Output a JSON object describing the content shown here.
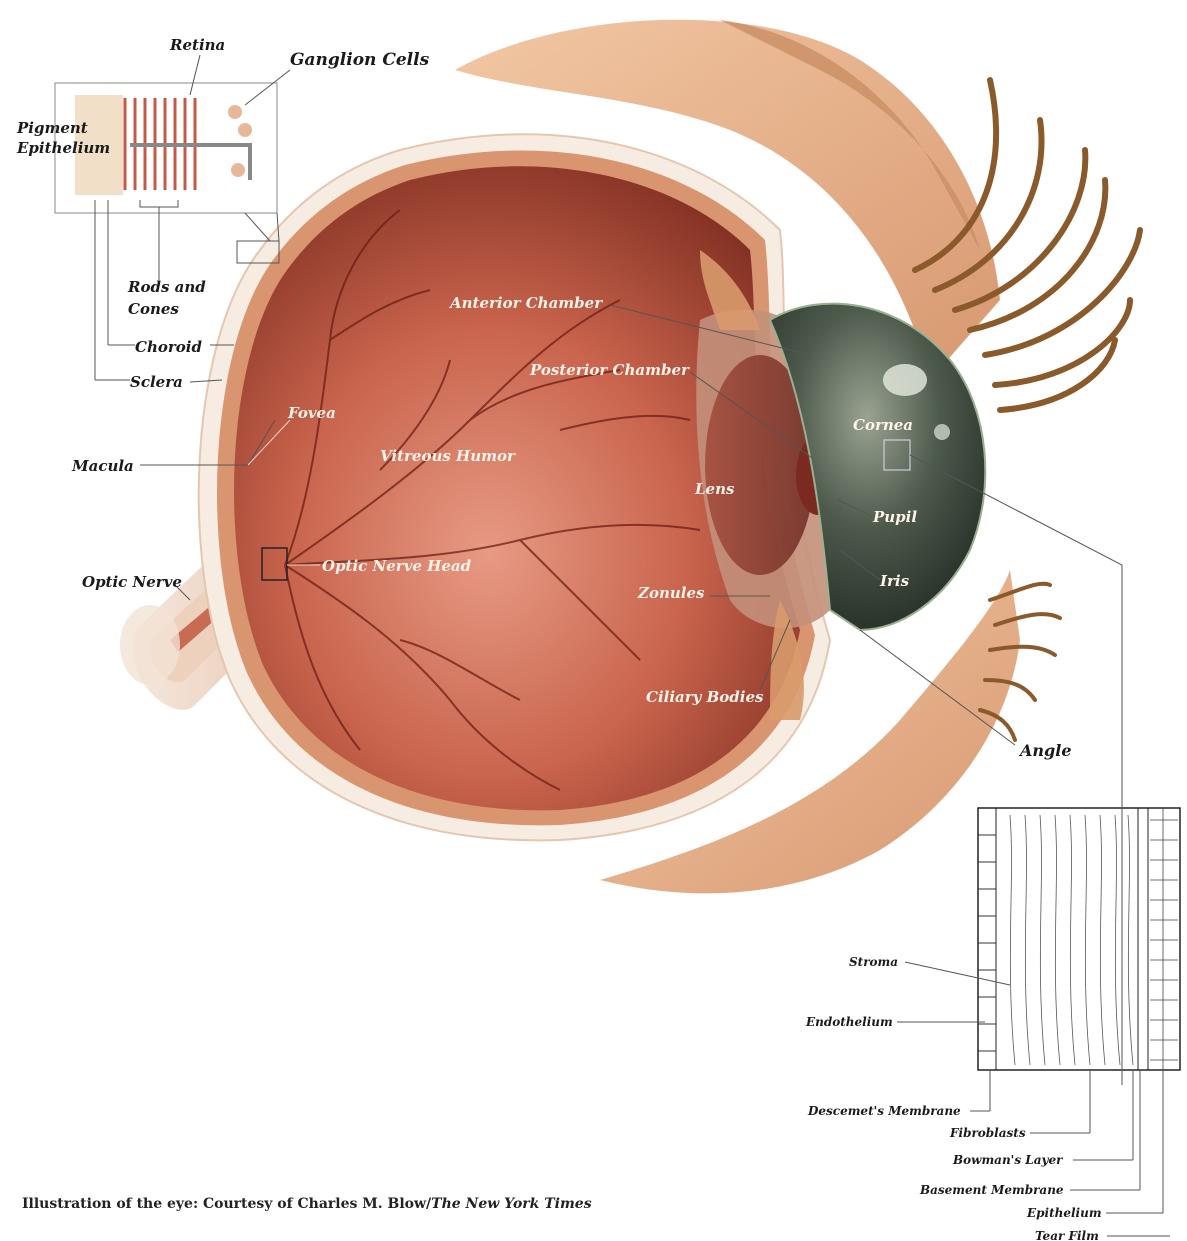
{
  "labels": {
    "retina": "Retina",
    "ganglion_cells": "Ganglion Cells",
    "pigment": "Pigment",
    "epithelium_pigment": "Epithelium",
    "rods_and": "Rods and",
    "cones": "Cones",
    "choroid": "Choroid",
    "sclera": "Sclera",
    "macula": "Macula",
    "optic_nerve": "Optic Nerve",
    "fovea": "Fovea",
    "vitreous_humor": "Vitreous Humor",
    "optic_nerve_head": "Optic Nerve Head",
    "anterior_chamber": "Anterior Chamber",
    "posterior_chamber": "Posterior Chamber",
    "lens": "Lens",
    "cornea": "Cornea",
    "pupil": "Pupil",
    "iris": "Iris",
    "zonules": "Zonules",
    "ciliary_bodies": "Ciliary Bodies",
    "angle": "Angle",
    "stroma": "Stroma",
    "endothelium": "Endothelium",
    "descemets_membrane": "Descemet's Membrane",
    "fibroblasts": "Fibroblasts",
    "bowmans_layer": "Bowman's Layer",
    "basement_membrane": "Basement Membrane",
    "epithelium": "Epithelium",
    "tear_film": "Tear Film"
  },
  "credit": {
    "prefix": "Illustration of the eye:  Courtesy of Charles M. Blow/",
    "publication": "The New York Times"
  }
}
